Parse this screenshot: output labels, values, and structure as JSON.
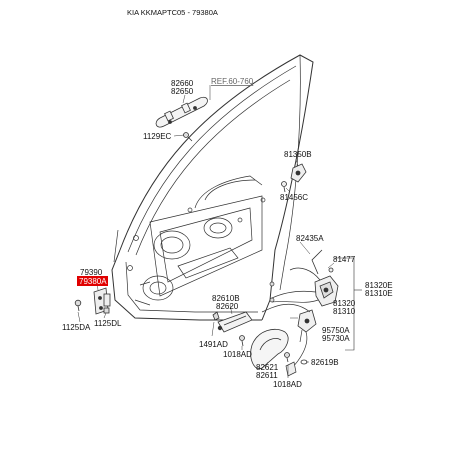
{
  "header": {
    "title": "KIA KKMAPTC05 - 79380A"
  },
  "reference": {
    "text": "REF.60-760"
  },
  "highlight_color": "#e00000",
  "labels": {
    "p82660": "82660",
    "p82650": "82650",
    "p1129ec": "1129EC",
    "p81350b": "81350B",
    "p81456c": "81456C",
    "p82435a": "82435A",
    "p81477": "81477",
    "p81320e": "81320E",
    "p81310e": "81310E",
    "p81320": "81320",
    "p81310": "81310",
    "p95750a": "95750A",
    "p95730a": "95730A",
    "p79390": "79390",
    "p79380a": "79380A",
    "p1125da": "1125DA",
    "p1125dl": "1125DL",
    "p82610b": "82610B",
    "p82620": "82620",
    "p1491ad": "1491AD",
    "p1018ad_a": "1018AD",
    "p82621": "82621",
    "p82611": "82611",
    "p82619b": "82619B",
    "p1018ad_b": "1018AD"
  }
}
